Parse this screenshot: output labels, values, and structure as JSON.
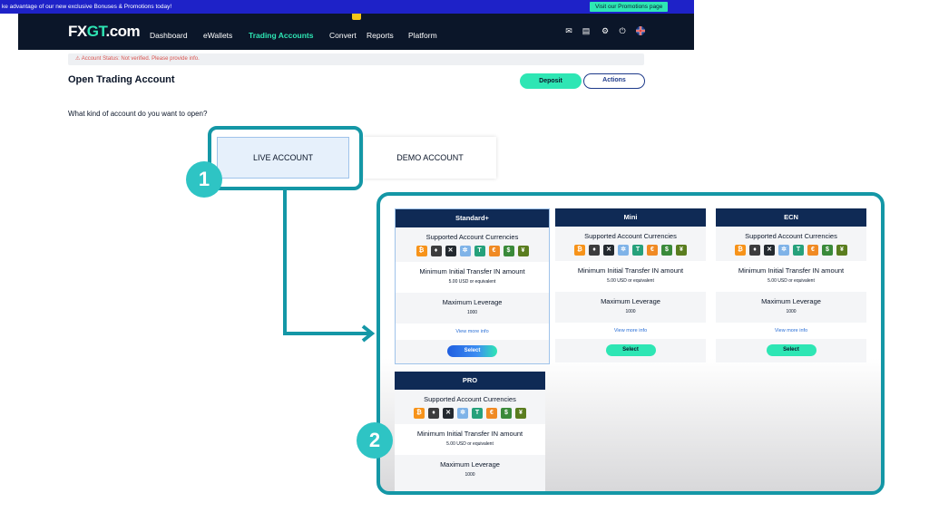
{
  "promo": {
    "text": "ke advantage of our new exclusive Bonuses & Promotions today!",
    "button": "Visit our Promotions page"
  },
  "nav": {
    "logo_a": "FX",
    "logo_b": "GT",
    "logo_c": ".com",
    "items": [
      "Dashboard",
      "eWallets",
      "Trading Accounts",
      "Convert",
      "Reports",
      "Platform"
    ],
    "active": "Trading Accounts"
  },
  "status": "Account Status: Not verified. Please provide info.",
  "page": {
    "title": "Open Trading Account",
    "deposit": "Deposit",
    "actions": "Actions",
    "question": "What kind of account do you want to open?"
  },
  "types": {
    "live": "LIVE ACCOUNT",
    "demo": "DEMO ACCOUNT"
  },
  "steps": {
    "one": "1",
    "two": "2"
  },
  "cards": [
    {
      "name": "Standard+",
      "currencies": "Supported Account Currencies",
      "min": "Minimum Initial Transfer IN amount",
      "min_val": "5.00 USD or equivalent",
      "lev": "Maximum Leverage",
      "lev_val": "1000",
      "more": "View more info",
      "select": "Select"
    },
    {
      "name": "Mini",
      "currencies": "Supported Account Currencies",
      "min": "Minimum Initial Transfer IN amount",
      "min_val": "5.00 USD or equivalent",
      "lev": "Maximum Leverage",
      "lev_val": "1000",
      "more": "View more info",
      "select": "Select"
    },
    {
      "name": "ECN",
      "currencies": "Supported Account Currencies",
      "min": "Minimum Initial Transfer IN amount",
      "min_val": "5.00 USD or equivalent",
      "lev": "Maximum Leverage",
      "lev_val": "1000",
      "more": "View more info",
      "select": "Select"
    },
    {
      "name": "PRO",
      "currencies": "Supported Account Currencies",
      "min": "Minimum Initial Transfer IN amount",
      "min_val": "5.00 USD or equivalent",
      "lev": "Maximum Leverage",
      "lev_val": "1000"
    }
  ],
  "coins": [
    {
      "icon": "bitcoin-icon",
      "glyph": "₿",
      "color": "#f7931a"
    },
    {
      "icon": "ethereum-icon",
      "glyph": "♦",
      "color": "#3c3c3d"
    },
    {
      "icon": "xrp-icon",
      "glyph": "✕",
      "color": "#23292f"
    },
    {
      "icon": "stellar-icon",
      "glyph": "✲",
      "color": "#7fb3e8"
    },
    {
      "icon": "tether-icon",
      "glyph": "T",
      "color": "#26a17b"
    },
    {
      "icon": "euro-icon",
      "glyph": "€",
      "color": "#f08a24"
    },
    {
      "icon": "dollar-icon",
      "glyph": "$",
      "color": "#3a8a3a"
    },
    {
      "icon": "yen-icon",
      "glyph": "¥",
      "color": "#5a7d1f"
    }
  ],
  "colors": {
    "accent": "#2ee6b4",
    "navy": "#0b1629",
    "highlight": "#1497a6"
  }
}
